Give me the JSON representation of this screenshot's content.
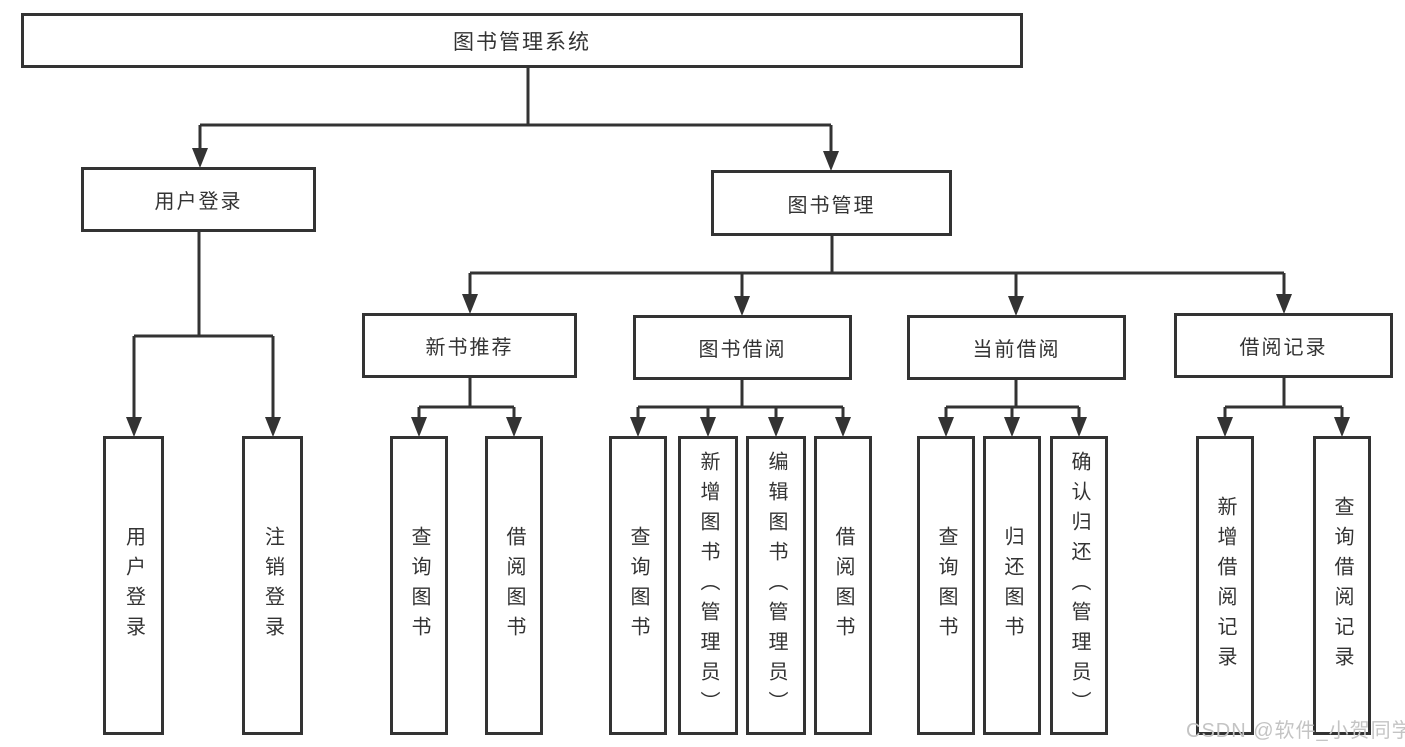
{
  "diagram_title": "图书管理系统",
  "tree": {
    "label": "图书管理系统",
    "children": [
      {
        "label": "用户登录",
        "children": [
          {
            "label": "用户登录"
          },
          {
            "label": "注销登录"
          }
        ]
      },
      {
        "label": "图书管理",
        "children": [
          {
            "label": "新书推荐",
            "children": [
              {
                "label": "查询图书"
              },
              {
                "label": "借阅图书"
              }
            ]
          },
          {
            "label": "图书借阅",
            "children": [
              {
                "label": "查询图书"
              },
              {
                "label": "新增图书（管理员）"
              },
              {
                "label": "编辑图书（管理员）"
              },
              {
                "label": "借阅图书"
              }
            ]
          },
          {
            "label": "当前借阅",
            "children": [
              {
                "label": "查询图书"
              },
              {
                "label": "归还图书"
              },
              {
                "label": "确认归还（管理员）"
              }
            ]
          },
          {
            "label": "借阅记录",
            "children": [
              {
                "label": "新增借阅记录"
              },
              {
                "label": "查询借阅记录"
              }
            ]
          }
        ]
      }
    ]
  },
  "watermark": {
    "text": "CSDN @软件_小贺同学"
  },
  "colors": {
    "line": "#333333",
    "text": "#333333",
    "box_background": "#ffffff",
    "page_background": "#ffffff",
    "watermark": "#c4c4c4"
  }
}
